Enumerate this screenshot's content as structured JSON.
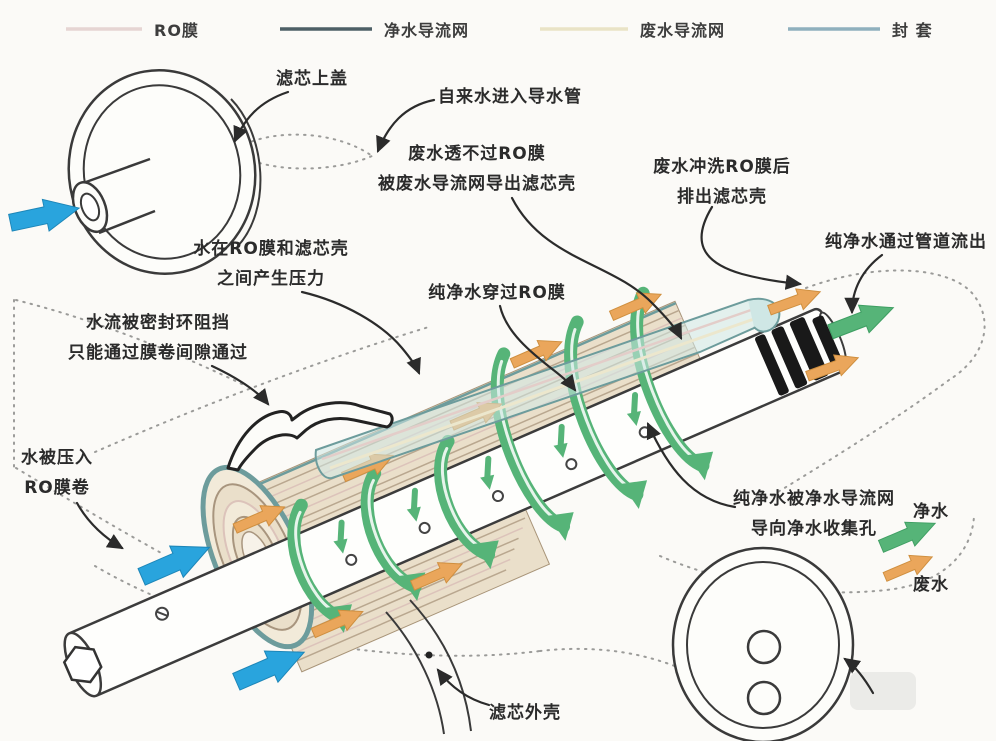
{
  "legend": {
    "items": [
      {
        "label": "RO膜",
        "color": "#e6d5d3"
      },
      {
        "label": "净水导流网",
        "color": "#4d5f66"
      },
      {
        "label": "废水导流网",
        "color": "#e9e3c6"
      },
      {
        "label": "封 套",
        "color": "#8fb0bd"
      }
    ]
  },
  "callouts": [
    {
      "id": "top-cover",
      "lines": [
        "滤芯上盖"
      ]
    },
    {
      "id": "inlet",
      "lines": [
        "自来水进入导水管"
      ]
    },
    {
      "id": "waste-blocked",
      "lines": [
        "废水透不过RO膜",
        "被废水导流网导出滤芯壳"
      ]
    },
    {
      "id": "waste-flush",
      "lines": [
        "废水冲洗RO膜后",
        "排出滤芯壳"
      ]
    },
    {
      "id": "pure-out",
      "lines": [
        "纯净水通过管道流出"
      ]
    },
    {
      "id": "pressure",
      "lines": [
        "水在RO膜和滤芯壳",
        "之间产生压力"
      ]
    },
    {
      "id": "pure-through",
      "lines": [
        "纯净水穿过RO膜"
      ]
    },
    {
      "id": "seal-block",
      "lines": [
        "水流被密封环阻挡",
        "只能通过膜卷间隙通过"
      ]
    },
    {
      "id": "pressed-in",
      "lines": [
        "水被压入",
        "RO膜卷"
      ]
    },
    {
      "id": "collect",
      "lines": [
        "纯净水被净水导流网",
        "导向净水收集孔"
      ]
    },
    {
      "id": "shell",
      "lines": [
        "滤芯外壳"
      ]
    }
  ],
  "flow_labels": {
    "clean": "净水",
    "waste": "废水"
  },
  "colors": {
    "green": "#56b478",
    "orange": "#eaa65b",
    "blue": "#29a4dd",
    "ink": "#2b2b2b",
    "tan": "#eadfca",
    "tanline": "#b9a78f",
    "pink": "#dcc3ba",
    "teal": "#6d9c9c",
    "tealfill": "#cfe7e5",
    "cream": "#ece7cd",
    "paper": "#fbfaf7"
  }
}
